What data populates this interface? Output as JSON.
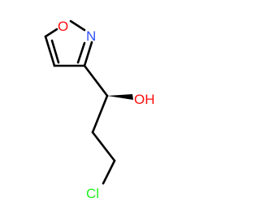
{
  "molecule": {
    "atoms": {
      "oxygen_ring": {
        "label": "O",
        "color": "#ff0d0d"
      },
      "nitrogen_ring": {
        "label": "N",
        "color": "#3050f8"
      },
      "hydroxyl": {
        "label": "OH",
        "color": "#ff0d0d"
      },
      "chlorine": {
        "label": "Cl",
        "color": "#1ff01f"
      }
    },
    "bond_color": "#000000"
  }
}
